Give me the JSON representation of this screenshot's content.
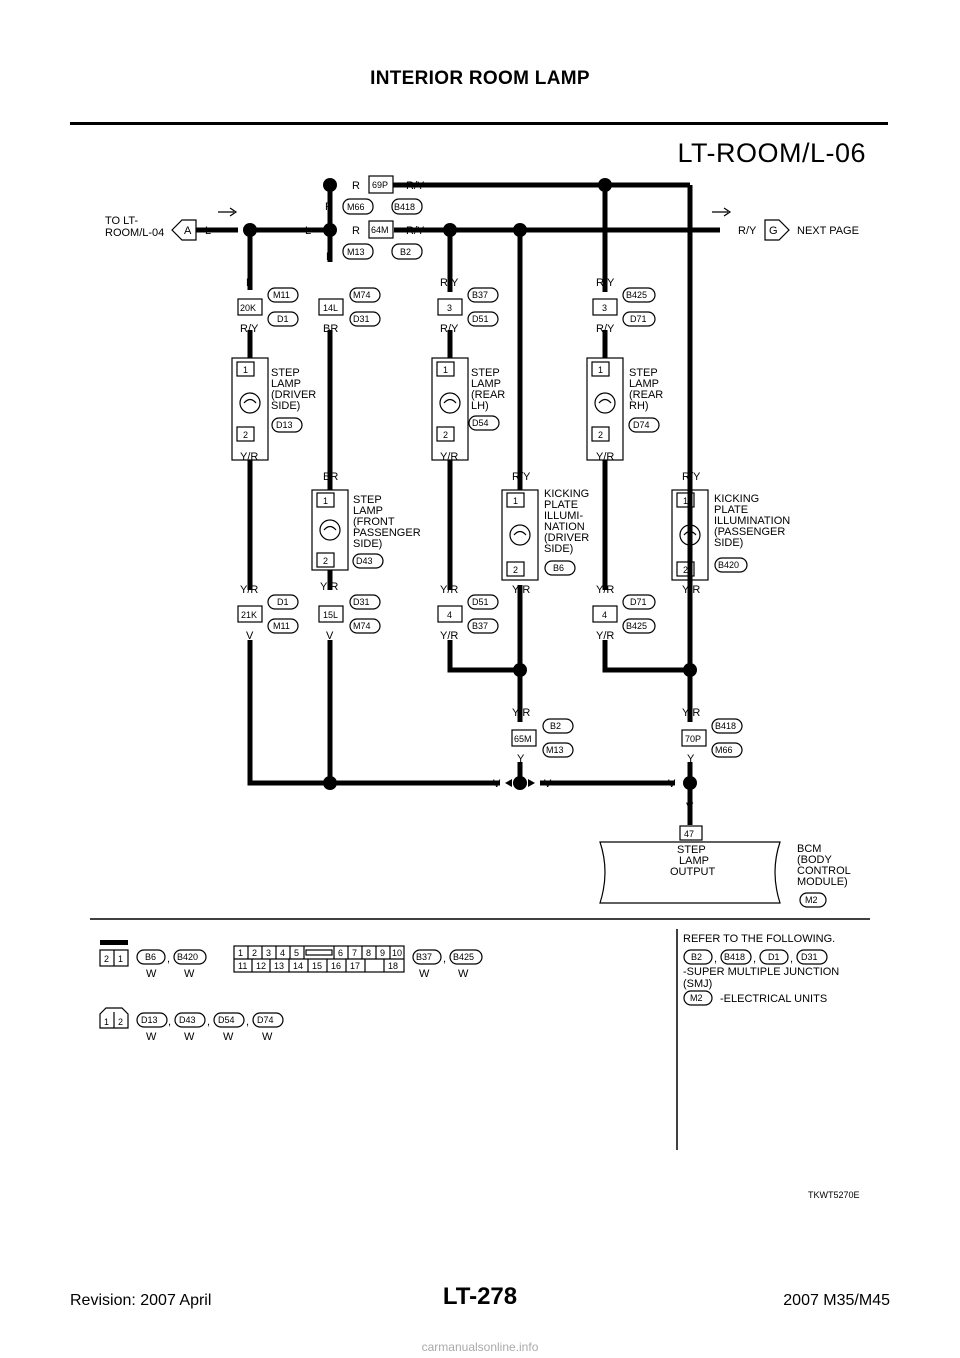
{
  "header": {
    "title": "INTERIOR ROOM LAMP",
    "diagram_code": "LT-ROOM/L-06"
  },
  "footer": {
    "page": "LT-278",
    "revision": "Revision: 2007 April",
    "model": "2007 M35/M45"
  },
  "image_code": "TKWT5270E",
  "watermark": "carmanualsonline.info",
  "offpage": {
    "left_to": [
      "TO LT-",
      "ROOM/L-04"
    ],
    "left_letter": "A",
    "left_wire": "L",
    "right_letter": "G",
    "right_wire": "R/Y",
    "right_to": "NEXT PAGE"
  },
  "top_junctions": {
    "jt69p": {
      "term": "69P",
      "left": "R",
      "right": "R/Y",
      "c1": "M66",
      "c2": "B418",
      "below": "R"
    },
    "jt64m": {
      "term": "64M",
      "left": "R",
      "right": "R/Y",
      "c1": "M13",
      "c2": "B2",
      "l1": "L",
      "l2": "L",
      "below": "L"
    }
  },
  "lamps": [
    {
      "pins_top": "1",
      "pins_bot": "2",
      "name": [
        "STEP",
        "LAMP",
        "(DRIVER",
        " SIDE)"
      ],
      "conn": "D13",
      "wire_in": "L",
      "conn_top_term": "20K",
      "conn_top_c1": "M11",
      "conn_top_c2": "D1",
      "wire_mid": "R/Y",
      "wire_out": "Y/R"
    },
    {
      "pins_top": "1",
      "pins_bot": "2",
      "name": [
        "STEP",
        "LAMP",
        "(FRONT",
        " PASSENGER",
        " SIDE)"
      ],
      "conn": "D43",
      "wire_in": "L",
      "conn_top_term": "14L",
      "conn_top_c1": "M74",
      "conn_top_c2": "D31",
      "wire_mid": "BR",
      "wire_mid2": "BR",
      "wire_out": "Y/R"
    },
    {
      "pins_top": "1",
      "pins_bot": "2",
      "name": [
        "STEP",
        "LAMP",
        "(REAR",
        "  LH)"
      ],
      "conn": "D54",
      "wire_in": "R/Y",
      "conn_top_term": "3",
      "conn_top_c1": "B37",
      "conn_top_c2": "D51",
      "wire_mid": "R/Y",
      "wire_out": "Y/R"
    },
    {
      "pins_top": "1",
      "pins_bot": "2",
      "name": [
        "KICKING",
        "PLATE",
        "ILLUMI-",
        "NATION",
        "(DRIVER",
        " SIDE)"
      ],
      "conn": "B6",
      "wire_in": "R/Y",
      "wire_out": "Y/R"
    },
    {
      "pins_top": "1",
      "pins_bot": "2",
      "name": [
        "STEP",
        "LAMP",
        "(REAR",
        "  RH)"
      ],
      "conn": "D74",
      "wire_in": "R/Y",
      "conn_top_term": "3",
      "conn_top_c1": "B425",
      "conn_top_c2": "D71",
      "wire_mid": "R/Y",
      "wire_out": "Y/R"
    },
    {
      "pins_top": "1",
      "pins_bot": "2",
      "name": [
        "KICKING",
        "PLATE",
        "ILLUMINATION",
        "(PASSENGER",
        " SIDE)"
      ],
      "conn": "B420",
      "wire_in": "R/Y",
      "wire_out": "Y/R"
    }
  ],
  "lower_conns": [
    {
      "term": "21K",
      "c1": "D1",
      "c2": "M11",
      "w1": "Y/R",
      "w2": "V"
    },
    {
      "term": "15L",
      "c1": "D31",
      "c2": "M74",
      "w1": "Y/R",
      "w2": "V"
    },
    {
      "term": "4",
      "c1": "D51",
      "c2": "B37",
      "w1": "Y/R",
      "w2": "Y/R"
    },
    {
      "term": "4",
      "c1": "D71",
      "c2": "B425",
      "w1": "Y/R",
      "w2": "Y/R"
    }
  ],
  "bottom_junctions": {
    "jt65m": {
      "term": "65M",
      "c1": "B2",
      "c2": "M13",
      "w1": "Y/R",
      "w2": "Y"
    },
    "jt70p": {
      "term": "70P",
      "c1": "B418",
      "c2": "M66",
      "w1": "Y/R",
      "w2": "Y"
    }
  },
  "bus_labels": {
    "v1": "V",
    "v2": "V",
    "v3": "V",
    "v_out": "V"
  },
  "bcm": {
    "pin": "47",
    "func": [
      "STEP",
      "LAMP",
      "OUTPUT"
    ],
    "name": [
      "BCM",
      "(BODY",
      " CONTROL",
      " MODULE)"
    ],
    "conn": "M2"
  },
  "connector_views": {
    "row1_conns": [
      "B6",
      "B420"
    ],
    "row1_colors": [
      "W",
      "W"
    ],
    "row1_pins": [
      "2",
      "1"
    ],
    "smj_top": [
      "1",
      "2",
      "3",
      "4",
      "5",
      "6",
      "7",
      "8",
      "9",
      "10"
    ],
    "smj_bot": [
      "11",
      "12",
      "13",
      "14",
      "15",
      "16",
      "17",
      "18"
    ],
    "row1b_conns": [
      "B37",
      "B425"
    ],
    "row1b_colors": [
      "W",
      "W"
    ],
    "row2_pins": [
      "1",
      "2"
    ],
    "row2_conns": [
      "D13",
      "D43",
      "D54",
      "D74"
    ],
    "row2_colors": [
      "W",
      "W",
      "W",
      "W"
    ]
  },
  "refer": {
    "title": "REFER TO THE FOLLOWING.",
    "smj_conns": [
      "B2",
      "B418",
      "D1",
      "D31"
    ],
    "smj_text": [
      "-SUPER MULTIPLE JUNCTION",
      "(SMJ)"
    ],
    "eu_conn": "M2",
    "eu_text": "-ELECTRICAL UNITS"
  }
}
